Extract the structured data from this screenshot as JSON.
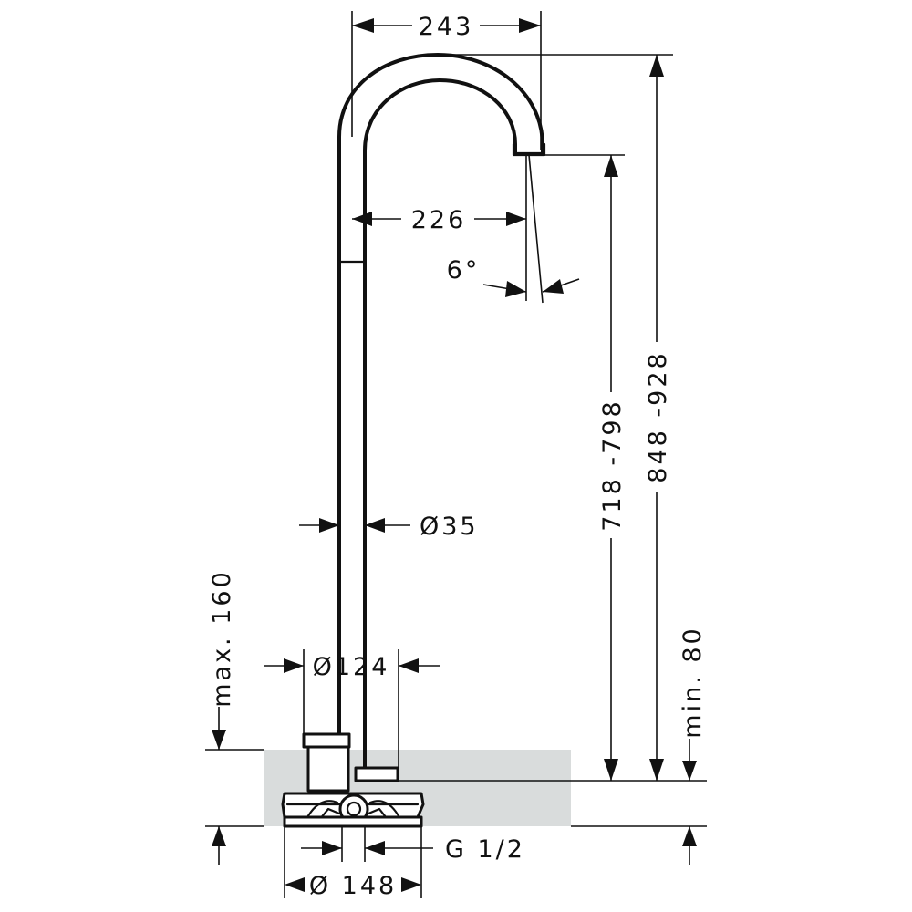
{
  "dimensions": {
    "top_width": "243",
    "spout_reach": "226",
    "angle": "6°",
    "pipe_diameter": "Ø35",
    "base_diameter": "Ø124",
    "spout_height": "718 -798",
    "total_height": "848 -928",
    "max_thickness": "max. 160",
    "min_thickness": "min. 80",
    "connection": "G 1/2",
    "flange_diameter": "Ø 148"
  }
}
